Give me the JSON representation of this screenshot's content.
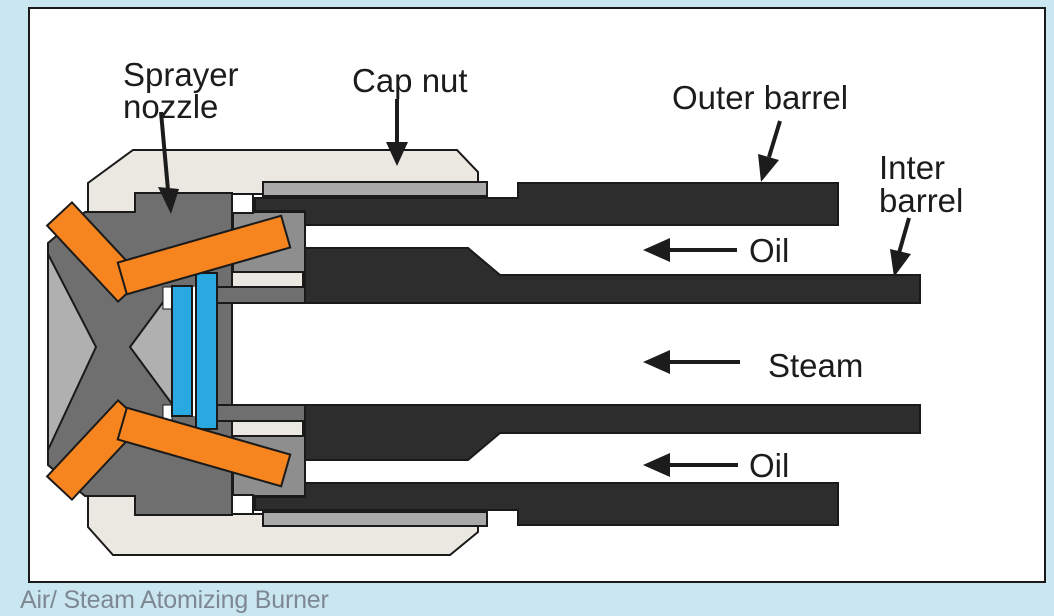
{
  "background": "#c9e6f1",
  "panel": {
    "fill": "#ffffff",
    "border": "#2e7cb5"
  },
  "caption": {
    "text": "Air/ Steam Atomizing Burner",
    "color": "#7e8893"
  },
  "labels": {
    "sprayer_nozzle_line1": "Sprayer",
    "sprayer_nozzle_line2": "nozzle",
    "cap_nut": "Cap nut",
    "outer_barrel": "Outer barrel",
    "inter_barrel_line1": "Inter",
    "inter_barrel_line2": "barrel",
    "oil_top": "Oil",
    "steam": "Steam",
    "oil_bottom": "Oil"
  },
  "colors": {
    "ink": "#1c1c1c",
    "barrel_dark": "#2d2d2d",
    "body_gray": "#6f6f6f",
    "holder_gray": "#8e8e8e",
    "strip_gray": "#a9a9a9",
    "light_gray": "#b0b0b0",
    "cream": "#ebe8e2",
    "orange": "#f6851f",
    "blue": "#29a9e0",
    "white": "#ffffff"
  }
}
